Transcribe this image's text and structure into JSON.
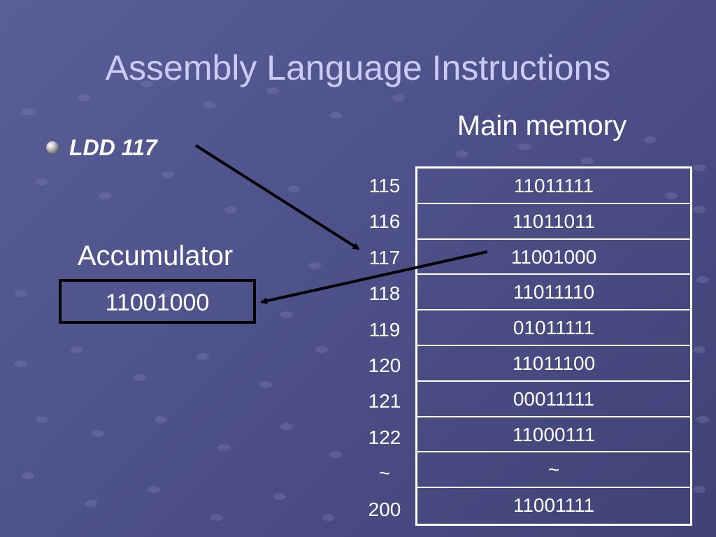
{
  "slide": {
    "title": "Assembly Language Instructions",
    "bullet": "LDD 117",
    "bullet_icon": "sphere-bullet-icon"
  },
  "accumulator": {
    "label": "Accumulator",
    "value": "11001000"
  },
  "memory": {
    "label": "Main memory",
    "rows": [
      {
        "address": "115",
        "value": "11011111"
      },
      {
        "address": "116",
        "value": "11011011"
      },
      {
        "address": "117",
        "value": "11001000"
      },
      {
        "address": "118",
        "value": "11011110"
      },
      {
        "address": "119",
        "value": "01011111"
      },
      {
        "address": "120",
        "value": "11011100"
      },
      {
        "address": "121",
        "value": "00011111"
      },
      {
        "address": "122",
        "value": "11000111"
      },
      {
        "address": "~",
        "value": "~"
      },
      {
        "address": "200",
        "value": "11001111"
      }
    ]
  },
  "colors": {
    "background": "#4e528a",
    "title": "#c9cdf5",
    "text": "#ffffff",
    "arrow": "#000000"
  }
}
